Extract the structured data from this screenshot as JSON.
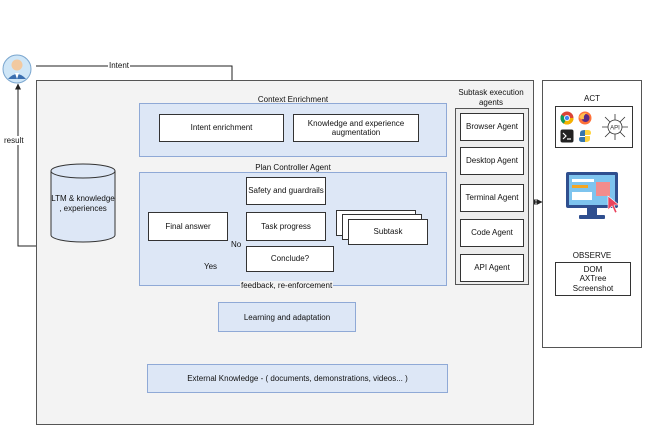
{
  "user": {
    "icon": "user-avatar-icon"
  },
  "labels": {
    "intent": "Intent",
    "result": "result",
    "no": "No",
    "yes": "Yes",
    "feedback": "feedback, re-enforcement"
  },
  "context_enrichment": {
    "title": "Context Enrichment",
    "intent_enrichment": "Intent enrichment",
    "knowledge_augmentation": "Knowledge and experience augmentation"
  },
  "ltm": {
    "label": "LTM & knowledge , experiences"
  },
  "plan_controller": {
    "title": "Plan Controller Agent",
    "safety": "Safety and guardrails",
    "final_answer": "Final answer",
    "task_progress": "Task progress",
    "subtask": "Subtask",
    "conclude": "Conclude?"
  },
  "learning": {
    "label": "Learning and adaptation"
  },
  "external": {
    "label": "External Knowledge - ( documents, demonstrations, videos... )"
  },
  "subtask_agents": {
    "title": "Subtask execution agents",
    "agents": [
      "Browser Agent",
      "Desktop Agent",
      "Terminal Agent",
      "Code Agent",
      "API Agent"
    ]
  },
  "right_panel": {
    "act_title": "ACT",
    "act_icons": [
      "chrome-icon",
      "firefox-icon",
      "python-icon",
      "terminal-icon",
      "api-icon"
    ],
    "monitor_icon": "monitor-icon",
    "observe_title": "OBSERVE",
    "observe_items": [
      "DOM",
      "AXTree",
      "Screenshot"
    ]
  }
}
